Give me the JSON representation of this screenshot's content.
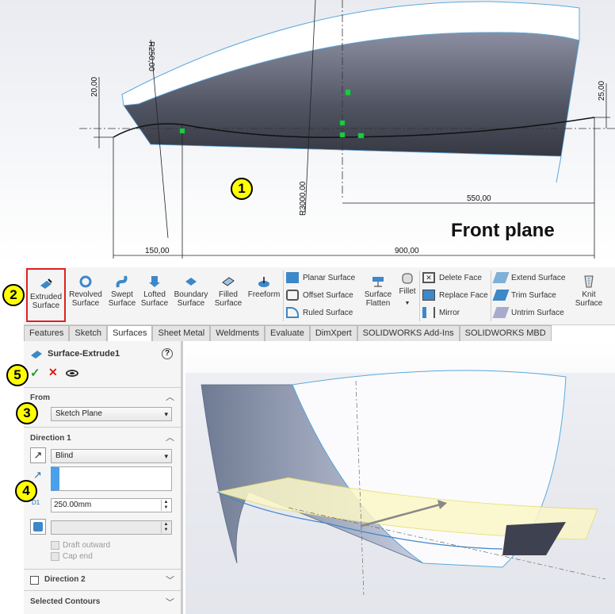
{
  "sketch": {
    "dimensions": {
      "r250": "R250,00",
      "r3000": "R3000,00",
      "d20": "20,00",
      "d25": "25,00",
      "d550": "550,00",
      "d150": "150,00",
      "d900": "900,00"
    },
    "plane_label": "Front plane"
  },
  "callouts": [
    "1",
    "2",
    "3",
    "4",
    "5"
  ],
  "toolbar": {
    "big_buttons": [
      {
        "label1": "Extruded",
        "label2": "Surface",
        "icon": "extruded-surface-icon"
      },
      {
        "label1": "Revolved",
        "label2": "Surface",
        "icon": "revolved-surface-icon"
      },
      {
        "label1": "Swept",
        "label2": "Surface",
        "icon": "swept-surface-icon"
      },
      {
        "label1": "Lofted",
        "label2": "Surface",
        "icon": "lofted-surface-icon"
      },
      {
        "label1": "Boundary",
        "label2": "Surface",
        "icon": "boundary-surface-icon"
      },
      {
        "label1": "Filled",
        "label2": "Surface",
        "icon": "filled-surface-icon"
      },
      {
        "label1": "Freeform",
        "label2": "",
        "icon": "freeform-icon"
      }
    ],
    "col1": [
      "Planar Surface",
      "Offset Surface",
      "Ruled Surface"
    ],
    "flatten": {
      "label1": "Surface",
      "label2": "Flatten"
    },
    "fillet": "Fillet",
    "col2": [
      "Delete Face",
      "Replace Face",
      "Mirror"
    ],
    "col3": [
      "Extend Surface",
      "Trim Surface",
      "Untrim Surface"
    ],
    "knit": {
      "label1": "Knit",
      "label2": "Surface"
    },
    "highlight_color": "#e02020"
  },
  "tabs": [
    "Features",
    "Sketch",
    "Surfaces",
    "Sheet Metal",
    "Weldments",
    "Evaluate",
    "DimXpert",
    "SOLIDWORKS Add-Ins",
    "SOLIDWORKS MBD"
  ],
  "active_tab": "Surfaces",
  "property_manager": {
    "title": "Surface-Extrude1",
    "help": "?",
    "from_label": "From",
    "from_value": "Sketch Plane",
    "direction1_label": "Direction 1",
    "end_condition": "Blind",
    "depth": "250.00mm",
    "draft_outward": "Draft outward",
    "cap_end": "Cap end",
    "direction2_label": "Direction 2",
    "selected_contours_label": "Selected Contours"
  }
}
